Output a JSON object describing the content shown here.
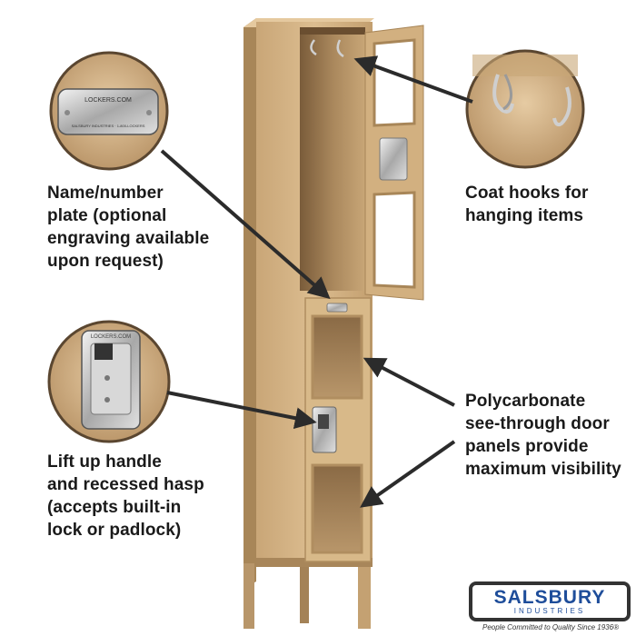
{
  "callouts": {
    "name_plate": {
      "lines": [
        "Name/number",
        "plate (optional",
        "engraving available",
        "upon request)"
      ],
      "plate_text_top": "LOCKERS.COM",
      "plate_text_bottom": "SALSBURY INDUSTRIES · 1-800-LOCKERS"
    },
    "coat_hooks": {
      "lines": [
        "Coat hooks for",
        "hanging items"
      ]
    },
    "handle": {
      "lines": [
        "Lift up handle",
        "and recessed hasp",
        "(accepts built-in",
        "lock or padlock)"
      ],
      "hasp_text": "LOCKERS.COM"
    },
    "panels": {
      "lines": [
        "Polycarbonate",
        "see-through door",
        "panels provide",
        "maximum visibility"
      ]
    }
  },
  "logo": {
    "brand": "SALSBURY",
    "sub": "INDUSTRIES",
    "tagline": "People Committed to Quality Since 1936®"
  },
  "colors": {
    "tan": "#d9b88a",
    "tan_dark": "#b08e60",
    "tan_shadow": "#8a6b45",
    "arrow": "#2b2b2b",
    "brand_blue": "#1e4d9a"
  }
}
